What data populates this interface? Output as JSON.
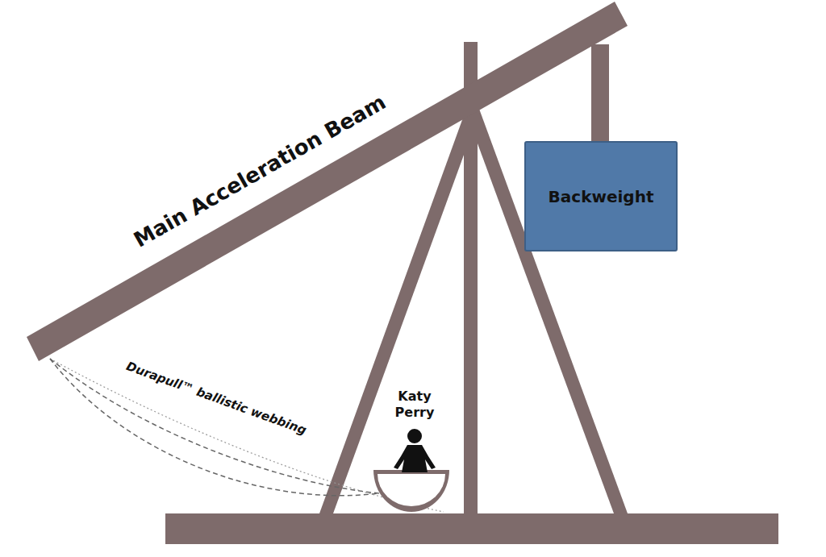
{
  "diagram": {
    "nodes": [
      {
        "text": [
          "Backweight"
        ]
      }
    ],
    "labels": [
      "Main Acceleration Beam",
      "Durapull™ ballistic webbing",
      "Katy Perry"
    ]
  }
}
